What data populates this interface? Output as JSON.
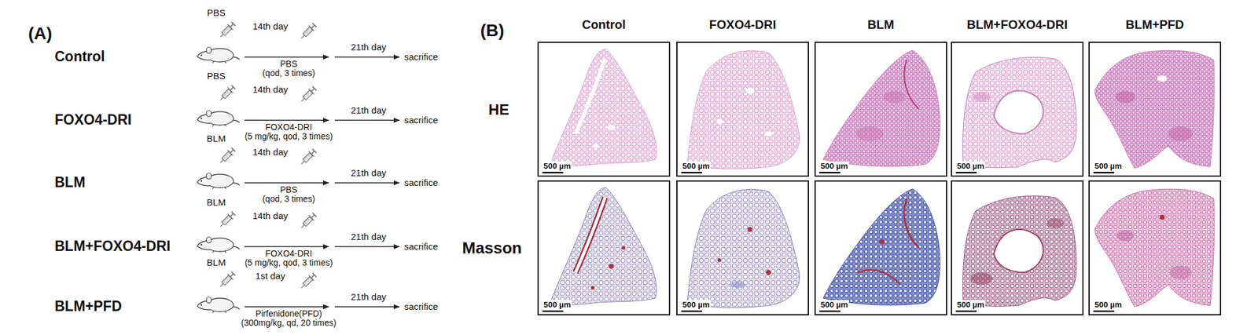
{
  "diagram": {
    "nodes": [
      {
        "text": [
          "500 µm"
        ]
      },
      {
        "text": [
          "500 µm"
        ]
      },
      {
        "text": [
          "500 µm"
        ]
      },
      {
        "text": [
          "500 µm"
        ]
      },
      {
        "text": [
          "500 µm"
        ]
      },
      {
        "text": [
          "500 µm"
        ]
      },
      {
        "text": [
          "500 µm"
        ]
      },
      {
        "text": [
          "500 µm"
        ]
      },
      {
        "text": [
          "500 µm"
        ]
      },
      {
        "text": [
          "500 µm"
        ]
      }
    ],
    "labels": [
      "(A)",
      "Control",
      "PBS",
      "14th day",
      "PBS",
      "(qod, 3 times)",
      "21th day",
      "sacrifice",
      "FOXO4-DRI",
      "PBS",
      "14th day",
      "FOXO4-DRI",
      "(5 mg/kg, qod, 3 times)",
      "21th day",
      "sacrifice",
      "BLM",
      "BLM",
      "14th day",
      "PBS",
      "(qod, 3 times)",
      "21th day",
      "sacrifice",
      "BLM+FOXO4-DRI",
      "BLM",
      "14th day",
      "FOXO4-DRI",
      "(5 mg/kg, qod, 3 times)",
      "21th day",
      "sacrifice",
      "BLM+PFD",
      "BLM",
      "1st day",
      "Pirfenidone(PFD)",
      "(300mg/kg, qd, 20 times)",
      "21th day",
      "sacrifice",
      "(B)",
      "Control",
      "FOXO4-DRI",
      "BLM",
      "BLM+FOXO4-DRI",
      "BLM+PFD",
      "HE",
      "Masson"
    ]
  }
}
